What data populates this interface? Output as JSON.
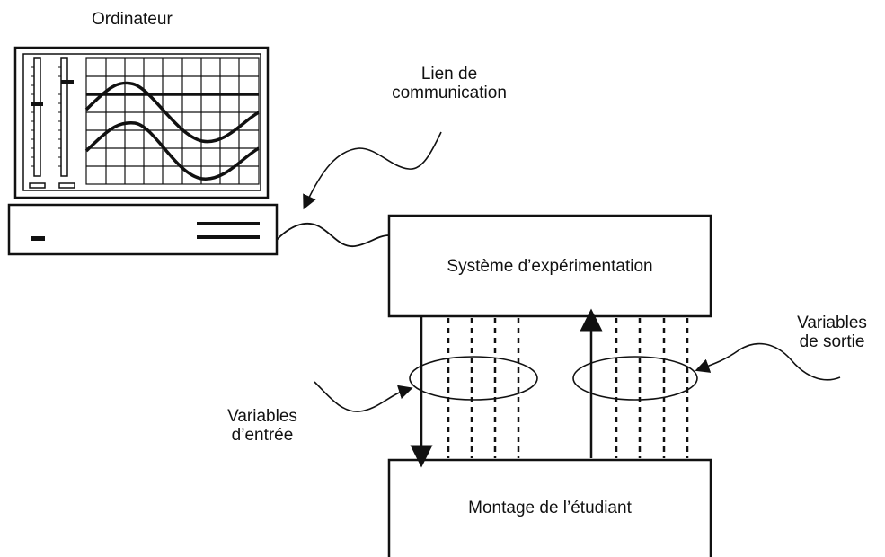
{
  "labels": {
    "computer": "Ordinateur",
    "link_line1": "Lien de",
    "link_line2": "communication",
    "experiment_system": "Système d’expérimentation",
    "student_setup": "Montage de l’étudiant",
    "outputs_line1": "Variables",
    "outputs_line2": "de sortie",
    "inputs_line1": "Variables",
    "inputs_line2": "d’entrée"
  }
}
